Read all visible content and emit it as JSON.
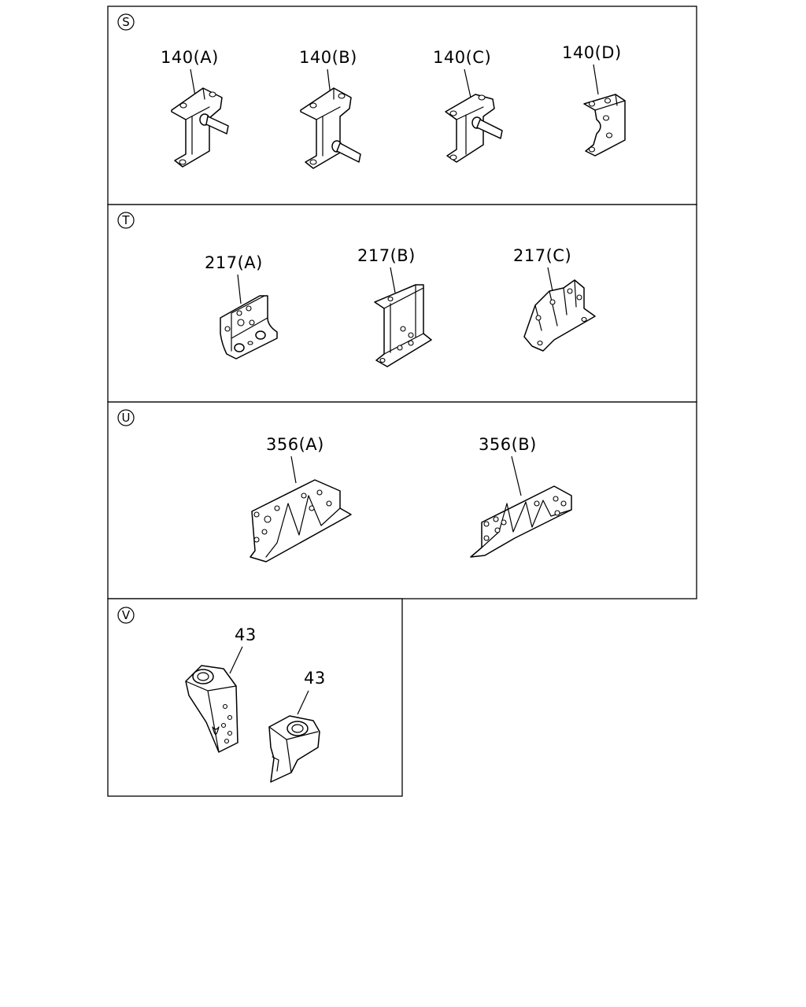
{
  "sections": [
    {
      "marker": "S",
      "labels": [
        "140(A)",
        "140(B)",
        "140(C)",
        "140(D)"
      ]
    },
    {
      "marker": "T",
      "labels": [
        "217(A)",
        "217(B)",
        "217(C)"
      ]
    },
    {
      "marker": "U",
      "labels": [
        "356(A)",
        "356(B)"
      ]
    },
    {
      "marker": "V",
      "labels": [
        "43",
        "43"
      ]
    }
  ]
}
